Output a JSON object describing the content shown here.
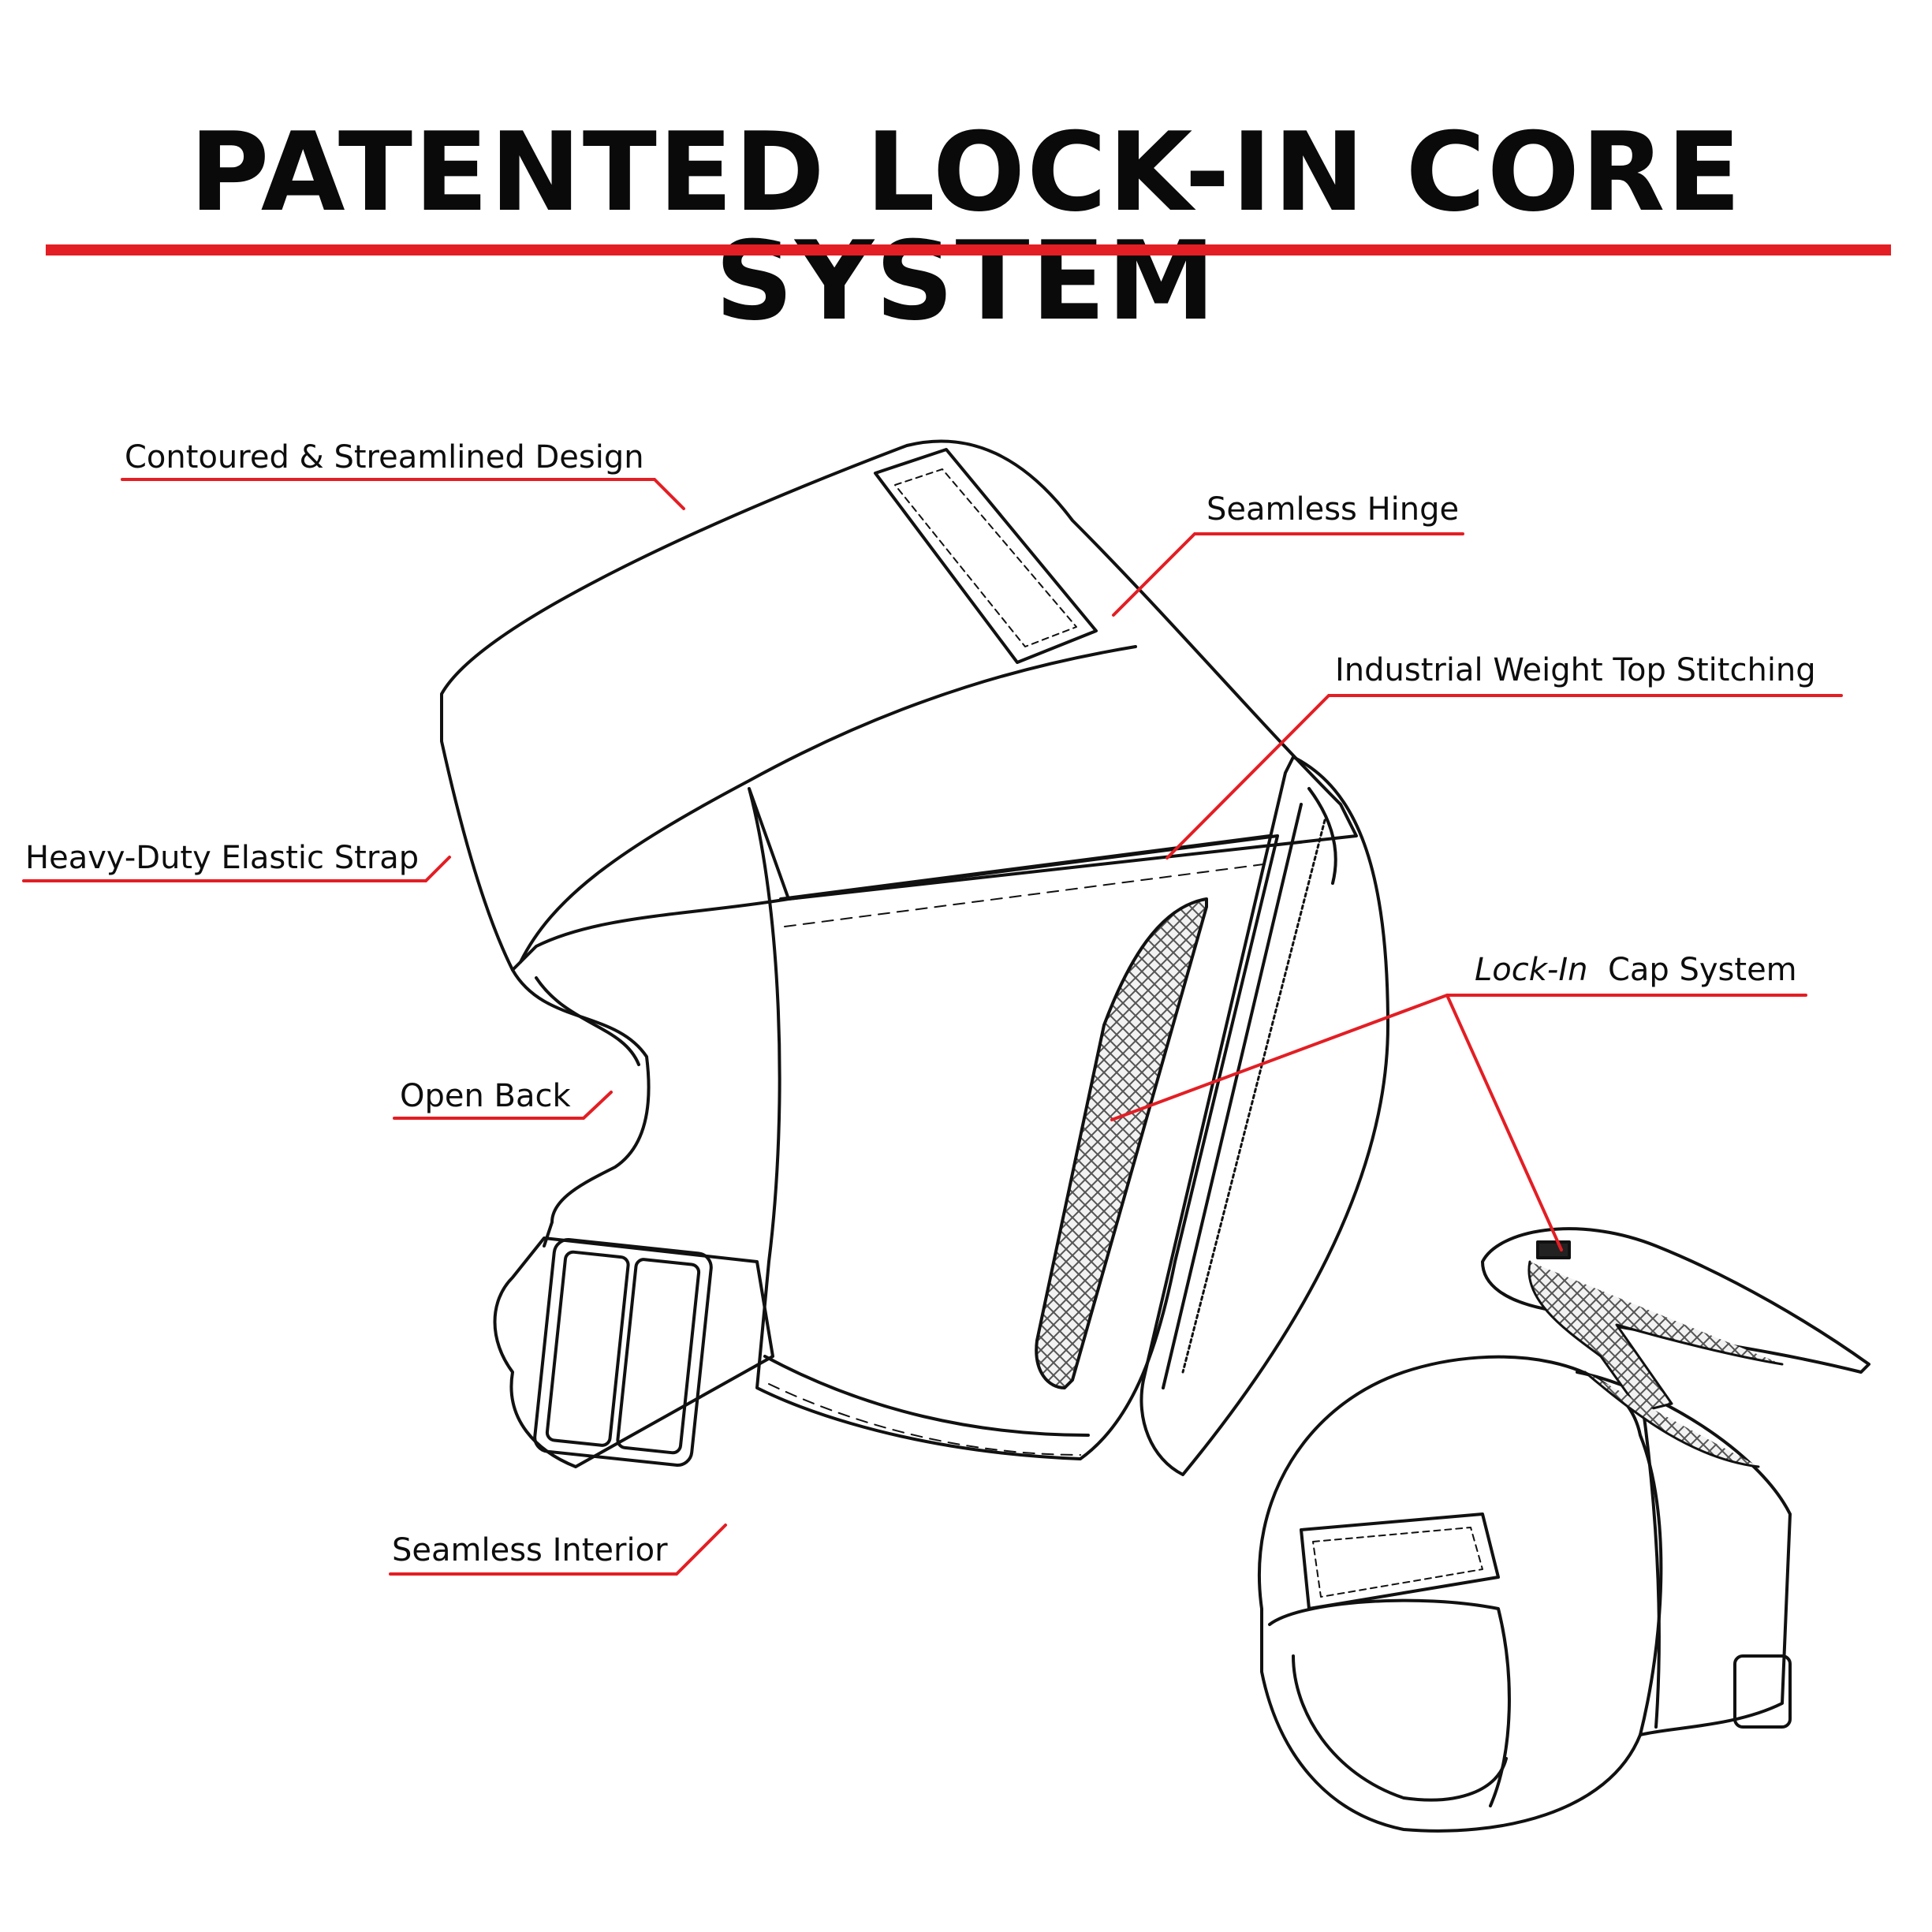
{
  "title": "PATENTED LOCK-IN CORE SYSTEM",
  "colors": {
    "accent": "#e31e24",
    "ink": "#111111",
    "mesh": "#8a8a8a"
  },
  "callouts": {
    "contoured": "Contoured & Streamlined Design",
    "hinge": "Seamless Hinge",
    "stitching": "Industrial Weight Top Stitching",
    "elastic": "Heavy-Duty Elastic Strap",
    "lockin_prefix": "Lock-In",
    "lockin_suffix": "Cap System",
    "open_back": "Open Back",
    "interior": "Seamless Interior"
  }
}
